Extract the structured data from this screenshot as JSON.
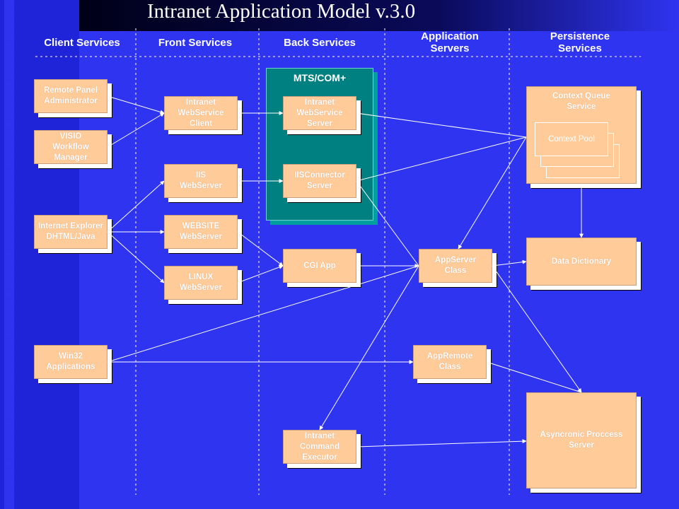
{
  "title": "Intranet Application Model v.3.0",
  "columns": {
    "client": "Client Services",
    "front": "Front Services",
    "back": "Back Services",
    "app": "Application\nServers",
    "persist": "Persistence\nServices"
  },
  "mts_label": "MTS/COM+",
  "nodes": {
    "remote_panel": "Remote Panel\nAdministrator",
    "visio": "VISIO\nWorkflow Manager",
    "ie": "Internet Explorer\nDHTML/Java",
    "win32": "Win32\nApplications",
    "iws_client": "Intranet\nWebService\nClient",
    "iis": "IIS\nWebServer",
    "website": "WEBSITE\nWebServer",
    "linux": "LINUX\nWebServer",
    "iws_server": "Intranet\nWebService\nServer",
    "iis_connector": "IISConnector\nServer",
    "cgi": "CGI App",
    "command_executor": "Intranet\nCommand\nExecutor",
    "appserver": "AppServer\nClass",
    "appremote": "AppRemote\nClass",
    "context_queue": "Context Queue\nService",
    "context_pool": "Context Pool",
    "data_dictionary": "Data Dictionary",
    "async": "Asyncronic Proccess\nServer"
  },
  "colors": {
    "background": "#2f34f0",
    "node_fill": "#ffcc99",
    "mts_fill": "#008080",
    "line": "#ffffff"
  }
}
